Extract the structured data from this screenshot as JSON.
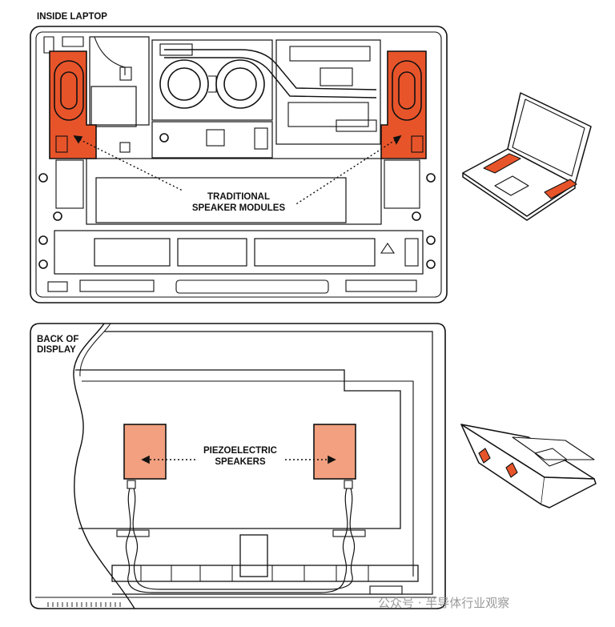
{
  "top_panel": {
    "title": "INSIDE LAPTOP",
    "callout_line1": "TRADITIONAL",
    "callout_line2": "SPEAKER MODULES"
  },
  "bottom_panel": {
    "title_line1": "BACK OF",
    "title_line2": "DISPLAY",
    "callout_line1": "PIEZOELECTRIC",
    "callout_line2": "SPEAKERS"
  },
  "watermark": "公众号 · 半导体行业观察",
  "colors": {
    "speaker_module": "#e8542a",
    "piezo_speaker": "#f2a07f",
    "stroke": "#111111"
  }
}
